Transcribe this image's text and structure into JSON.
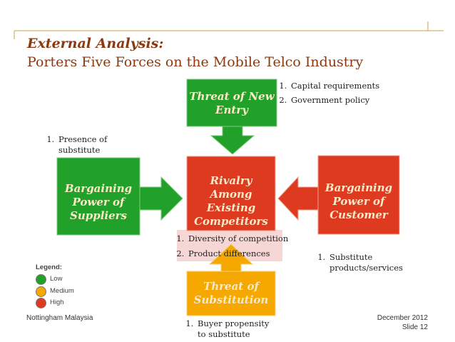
{
  "title": {
    "line1": "External Analysis:",
    "line2": "Porters Five Forces on the Mobile Telco Industry"
  },
  "colors": {
    "green": "#22a12a",
    "red": "#dd3a1f",
    "orange": "#f5a800",
    "pink_band": "#f6d7d5",
    "title": "#8a3a12",
    "rule": "#c8a24a"
  },
  "forces": {
    "new_entry": {
      "label": "Threat of New Entry",
      "color": "green"
    },
    "suppliers": {
      "label": "Bargaining Power of Suppliers",
      "color": "green"
    },
    "rivalry": {
      "label": "Rivalry Among Existing Competitors",
      "color": "red"
    },
    "customer": {
      "label": "Bargaining Power of Customer",
      "color": "red"
    },
    "substitution": {
      "label": "Threat of Substitution",
      "color": "orange"
    }
  },
  "notes": {
    "new_entry": [
      "Capital requirements",
      "Government policy"
    ],
    "suppliers": [
      "Presence of substitute"
    ],
    "rivalry": [
      "Diversity of competition",
      "Product differences"
    ],
    "customer": [
      "Substitute products/services"
    ],
    "substitution": [
      "Buyer propensity to substitute"
    ]
  },
  "legend": {
    "title": "Legend:",
    "items": [
      {
        "label": "Low",
        "color": "#22a12a"
      },
      {
        "label": "Medium",
        "color": "#f5a800"
      },
      {
        "label": "High",
        "color": "#dd3a1f"
      }
    ]
  },
  "footer": {
    "left": "Nottingham Malaysia",
    "date": "December 2012",
    "slide": "Slide 12"
  }
}
